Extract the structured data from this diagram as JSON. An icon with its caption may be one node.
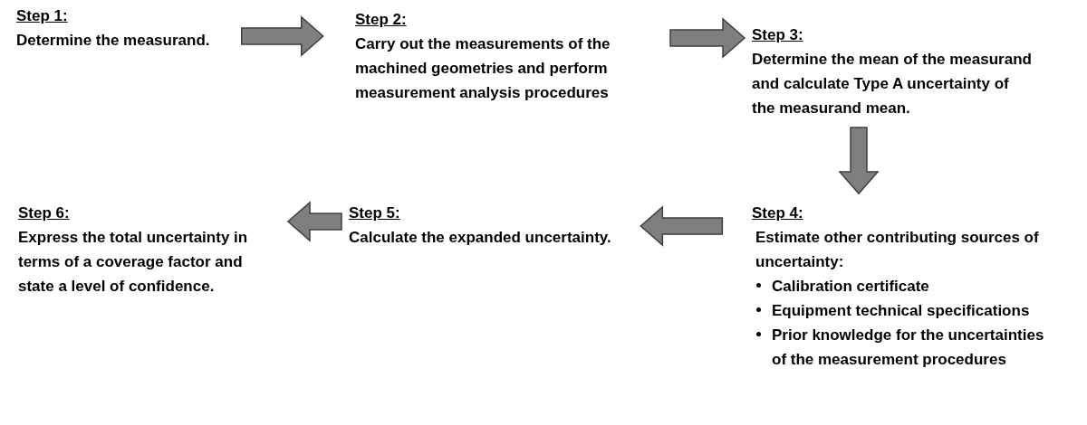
{
  "diagram": {
    "nodes": [
      {
        "text": [
          "Step 1:",
          "Determine the measurand."
        ]
      },
      {
        "text": [
          "Step 2:",
          "Carry out the measurements of the machined geometries and perform measurement analysis procedures"
        ]
      },
      {
        "text": [
          "Step 3:",
          "Determine the mean of the measurand and calculate Type A uncertainty of the measurand mean."
        ]
      },
      {
        "text": [
          "Step 4:",
          "Estimate other contributing sources of uncertainty:",
          "Calibration certificate",
          "Equipment technical specifications",
          "Prior knowledge for the uncertainties of the measurement procedures"
        ]
      },
      {
        "text": [
          "Step 5:",
          "Calculate the expanded uncertainty."
        ]
      },
      {
        "text": [
          "Step 6:",
          "Express the total uncertainty in terms of a coverage factor and state a level of confidence."
        ]
      }
    ],
    "edges": [
      {
        "from": 0,
        "to": 1,
        "arrow": "to"
      },
      {
        "from": 1,
        "to": 2,
        "arrow": "to"
      },
      {
        "from": 2,
        "to": 3,
        "arrow": "to"
      },
      {
        "from": 3,
        "to": 4,
        "arrow": "to"
      },
      {
        "from": 4,
        "to": 5,
        "arrow": "to"
      }
    ]
  }
}
